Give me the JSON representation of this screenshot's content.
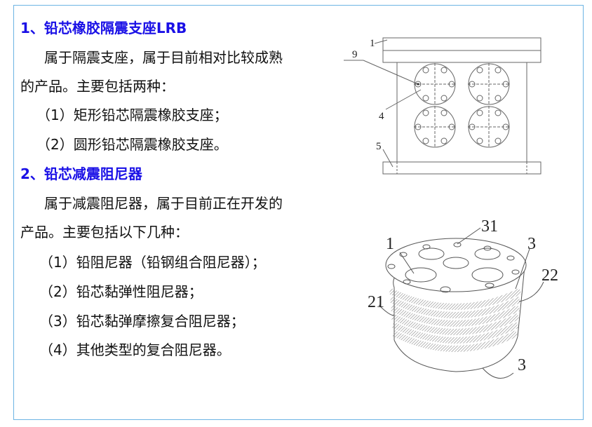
{
  "section1": {
    "heading": "1、铅芯橡胶隔震支座LRB",
    "para_line1": "属于隔震支座，属于目前相对比较成熟",
    "para_line2": "的产品。主要包括两种：",
    "items": [
      "（1）矩形铅芯隔震橡胶支座；",
      "（2）圆形铅芯隔震橡胶支座。"
    ]
  },
  "section2": {
    "heading": "2、铅芯减震阻尼器",
    "para_line1": "属于减震阻尼器，属于目前正在开发的",
    "para_line2": "产品。主要包括以下几种：",
    "items": [
      "（1）铅阻尼器（铅钢组合阻尼器）；",
      "（2）铅芯黏弹性阻尼器；",
      "（3）铅芯黏弹摩擦复合阻尼器；",
      "（4）其他类型的复合阻尼器。"
    ]
  },
  "figure1": {
    "labels": [
      "1",
      "9",
      "4",
      "5"
    ]
  },
  "figure2": {
    "labels": [
      "31",
      "1",
      "3",
      "22",
      "21",
      "3"
    ]
  },
  "colors": {
    "heading": "#1a10e6",
    "frame": "#6cb4e4"
  }
}
